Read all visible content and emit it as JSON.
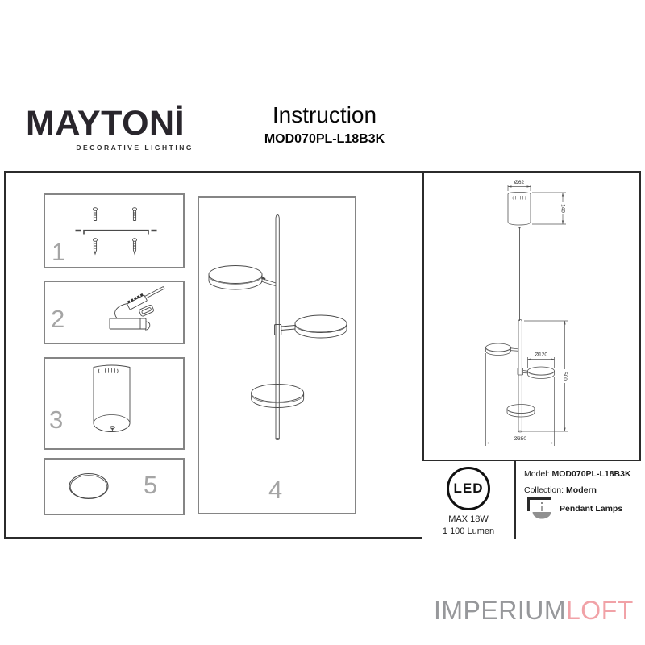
{
  "logo": {
    "brand": "MAYTONİ",
    "subtitle": "DECORATIVE LIGHTING"
  },
  "title": {
    "heading": "Instruction",
    "model": "MOD070PL-L18B3K"
  },
  "steps": {
    "one": "1",
    "two": "2",
    "three": "3",
    "four": "4",
    "five": "5"
  },
  "dimensions": {
    "canopy_diameter": "Ø62",
    "canopy_height": "140",
    "shade_diameter": "Ø120",
    "fixture_height": "500",
    "overall_diameter": "Ø350"
  },
  "specs": {
    "led_label": "LED",
    "max_power": "MAX 18W",
    "luminous_flux": "1 100 Lumen",
    "model_label": "Model:",
    "model_value": "MOD070PL-L18B3K",
    "collection_label": "Collection:",
    "collection_value": "Modern",
    "category": "Pendant Lamps"
  },
  "watermark": {
    "primary": "IMPERIUM",
    "accent": "LOFT"
  },
  "colors": {
    "accent_pink": "#f1a2a7",
    "watermark_gray": "#97989b",
    "frame_line": "#2b2b2b",
    "sketch_line": "#4a4a4a",
    "step_number_gray": "#a5a5a5"
  }
}
